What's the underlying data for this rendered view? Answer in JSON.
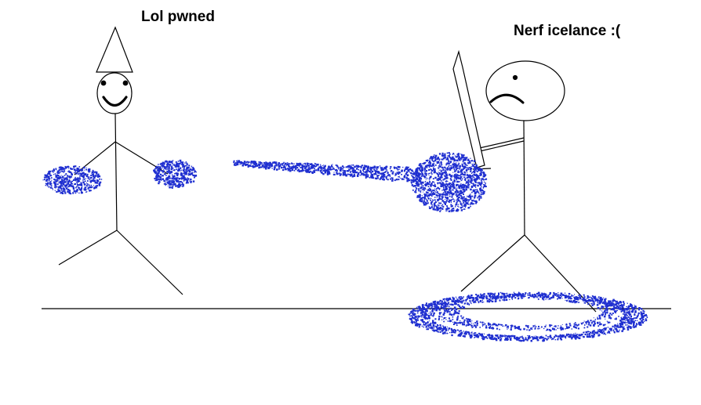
{
  "captions": {
    "left_figure": "Lol pwned",
    "right_figure": "Nerf icelance :("
  },
  "colors": {
    "ink": "#000000",
    "frost": "#1f2fd0",
    "background": "#ffffff"
  },
  "scene": {
    "left_figure": "happy stick figure in wizard hat with frosty hands",
    "right_figure": "sad stick figure with sword, frozen by ice lance",
    "effect": "ice lance projectile and frost nova on ground"
  }
}
